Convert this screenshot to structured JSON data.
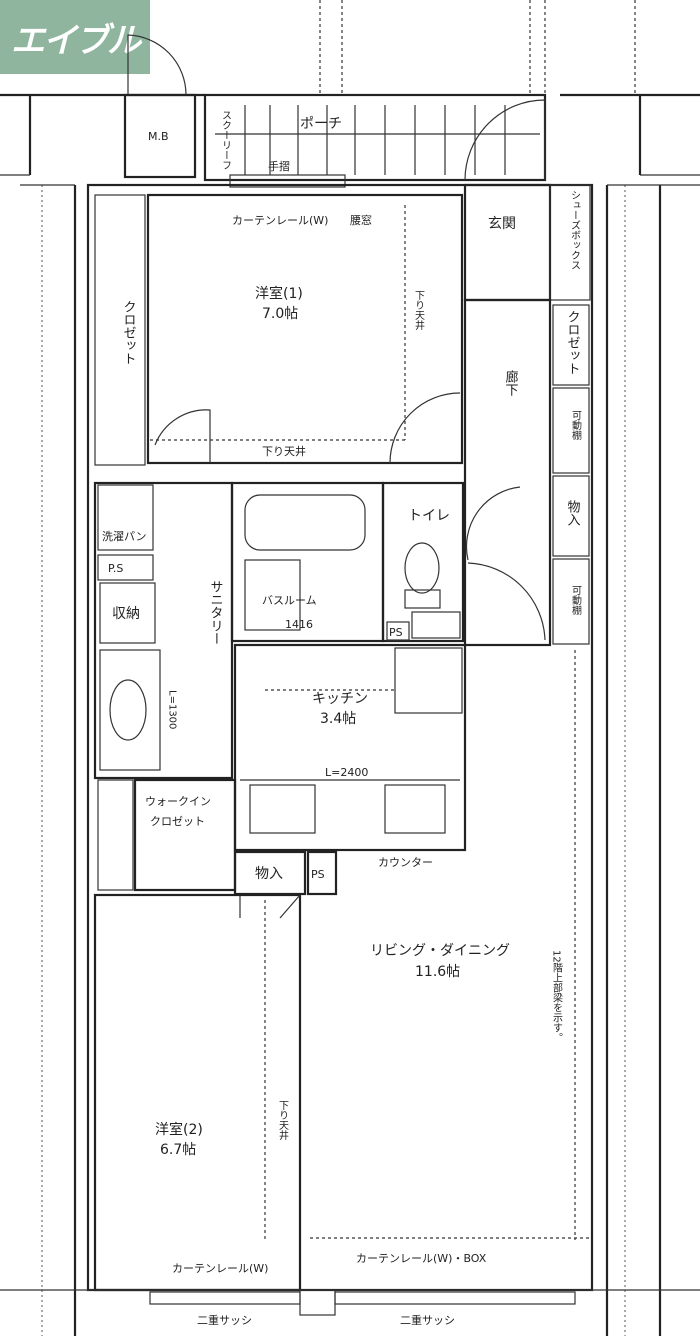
{
  "logo": "エイブル",
  "rooms": {
    "mb": "M.B",
    "porch": "ポーチ",
    "skyroof": "スクーリーフ",
    "handrail": "手摺",
    "curtain_top": "カーテンレール(W)",
    "window_top": "腰窓",
    "room1_name": "洋室(1)",
    "room1_size": "7.0帖",
    "lowered_ceiling": "下り天井",
    "closet": "クロゼット",
    "entrance": "玄関",
    "shoebox": "シューズボックス",
    "hallway": "廊下",
    "movable_shelf": "可動棚",
    "storage": "物入",
    "toilet": "トイレ",
    "washer_pan": "洗濯パン",
    "ps_dot": "P.S",
    "shuno": "収納",
    "sanitary": "サニタリー",
    "bath": "バスルーム",
    "bath_size": "1416",
    "ps": "PS",
    "kitchen_name": "キッチン",
    "kitchen_size": "3.4帖",
    "kitchen_len": "L=2400",
    "vanity_len": "L=1300",
    "wic": "ウォークイン",
    "wic2": "クロゼット",
    "counter": "カウンター",
    "ld_name": "リビング・ダイニング",
    "ld_size": "11.6帖",
    "beam_note": "12階上部梁を示す。",
    "room2_name": "洋室(2)",
    "room2_size": "6.7帖",
    "curtain_left": "カーテンレール(W)",
    "curtain_box": "カーテンレール(W)・BOX",
    "double_sash": "二重サッシ"
  }
}
